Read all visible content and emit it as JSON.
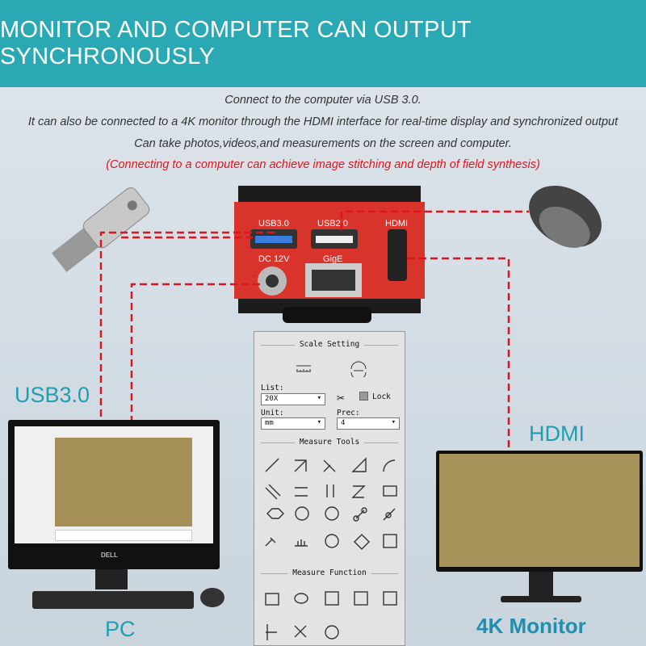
{
  "header": {
    "title": "MONITOR AND COMPUTER CAN OUTPUT SYNCHRONOUSLY"
  },
  "description": [
    "Connect to the computer via USB 3.0.",
    "It can also be connected to a 4K monitor through the HDMI interface for real-time display and synchronized output",
    "Can take photos,videos,and measurements on the screen and computer."
  ],
  "note": "(Connecting to a computer can achieve image stitching and depth of field synthesis)",
  "camera": {
    "ports": [
      "USB3.0",
      "USB2.0",
      "HDMI",
      "DC 12V",
      "GigE"
    ]
  },
  "labels": {
    "usb": "USB3.0",
    "pc": "PC",
    "hdmi": "HDMI",
    "monitor": "4K Monitor"
  },
  "panel": {
    "scale_setting": "Scale Setting",
    "list_label": "List:",
    "list_value": "20X",
    "lock_label": "Lock",
    "unit_label": "Unit:",
    "unit_value": "mm",
    "prec_label": "Prec:",
    "prec_value": "4",
    "measure_tools": "Measure Tools",
    "measure_function": "Measure Function"
  },
  "pc_brand": "DELL",
  "colors": {
    "accent": "#2aa9b5",
    "dash": "#e0141e",
    "camera": "#d9342b"
  }
}
